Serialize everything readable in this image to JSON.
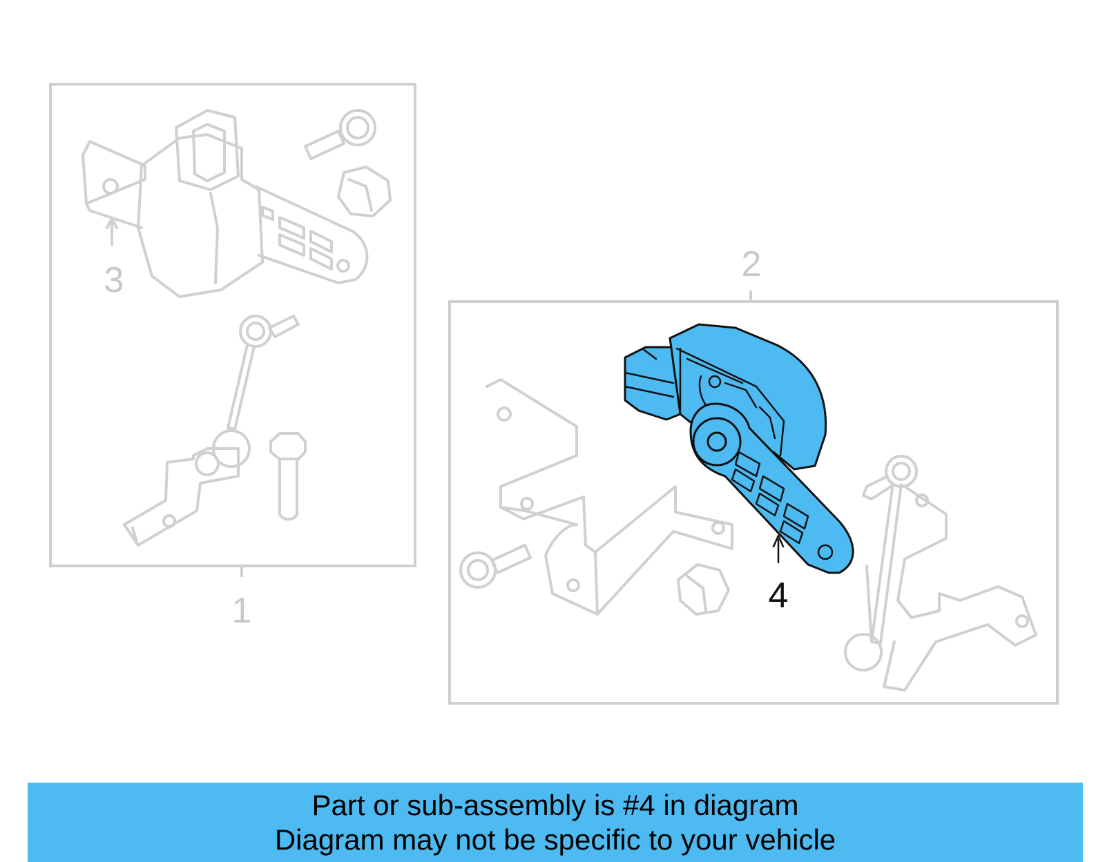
{
  "diagram": {
    "callouts": {
      "one": "1",
      "two": "2",
      "three": "3",
      "four": "4"
    },
    "highlight_color": "#4dbaf2",
    "faded_color": "#d0d0d0"
  },
  "footer": {
    "line1": "Part or sub-assembly is #4 in diagram",
    "line2": "Diagram may not be specific to your vehicle",
    "background": "#4dbaf2"
  }
}
